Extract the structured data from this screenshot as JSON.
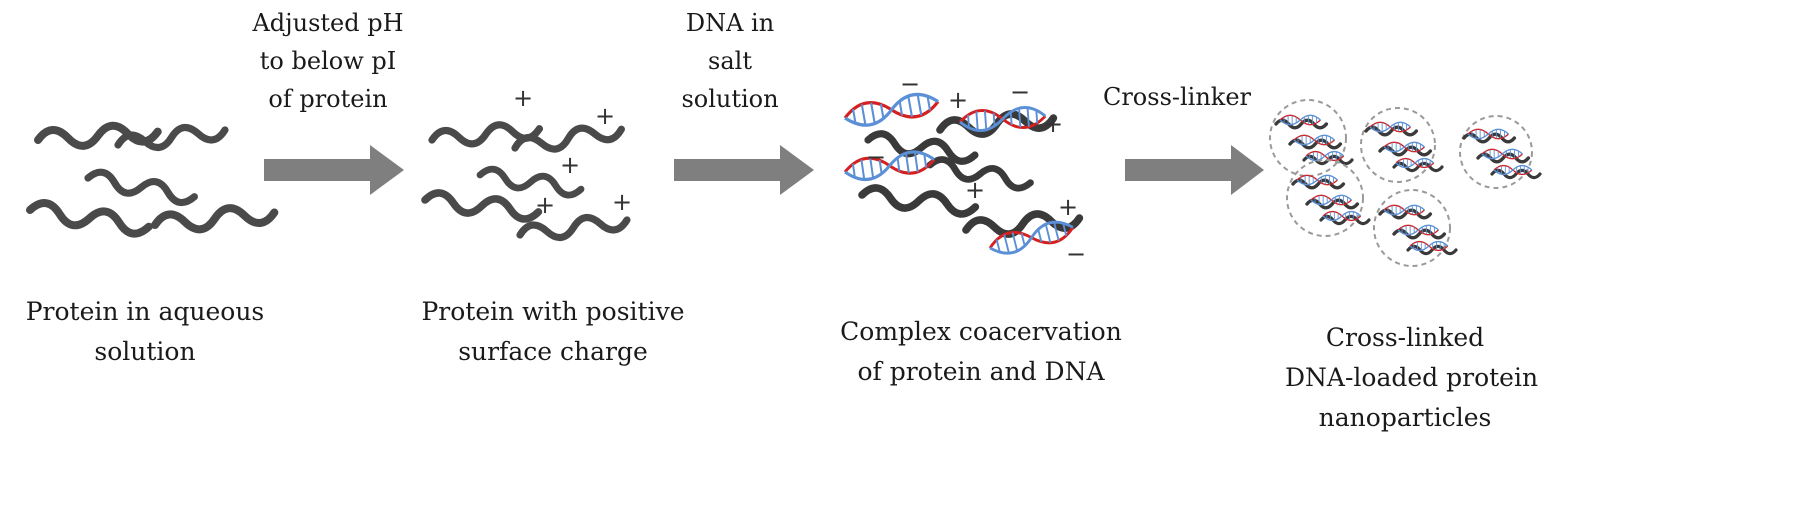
{
  "stages": [
    {
      "caption": [
        "Protein in aqueous",
        "solution"
      ]
    },
    {
      "caption": [
        "Protein with positive",
        "surface charge"
      ]
    },
    {
      "caption": [
        "Complex coacervation",
        "of protein and DNA"
      ]
    },
    {
      "caption": [
        "Cross-linked",
        "DNA-loaded protein",
        "nanoparticles"
      ]
    }
  ],
  "steps": [
    {
      "label": [
        "Adjusted pH",
        "to below pI",
        "of protein"
      ]
    },
    {
      "label": [
        "DNA in",
        "salt",
        "solution"
      ]
    },
    {
      "label": [
        "Cross-linker"
      ]
    }
  ],
  "charge_symbols": {
    "positive": "+",
    "negative": "−"
  },
  "colors": {
    "protein": "#4a4a4a",
    "arrow": "#7f7f7f",
    "dna_strand_red": "#d62020",
    "dna_strand_blue": "#5b8fd6",
    "particle_outline": "#9a9a9a"
  }
}
